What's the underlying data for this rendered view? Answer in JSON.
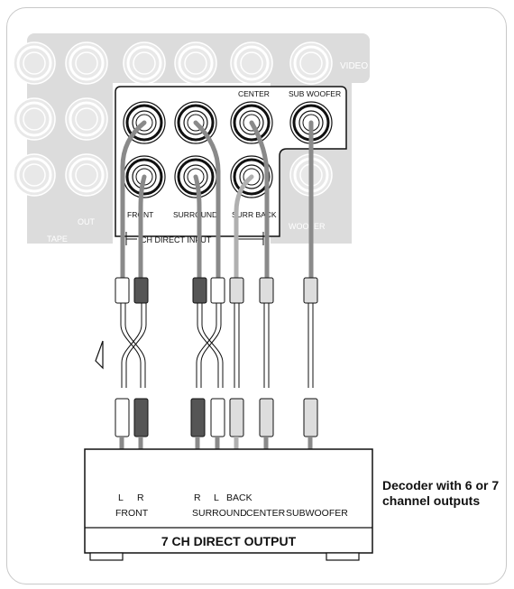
{
  "receiver_panel": {
    "labels": {
      "video": "VIDEO",
      "tape": "TAPE",
      "out": "OUT",
      "center": "CENTER",
      "sub_woofer": "SUB WOOFER",
      "front": "FRONT",
      "surround": "SURROUND",
      "surr_back": "SURR BACK",
      "woofer": "WOOFER",
      "ch_direct_input": "CH DIRECT INPUT"
    }
  },
  "decoder": {
    "channel_labels": {
      "l_front": "L",
      "r_front": "R",
      "front": "FRONT",
      "r_surround": "R",
      "l_surround": "L",
      "back": "BACK",
      "surround": "SURROUND",
      "center": "CENTER",
      "subwoofer": "SUBWOOFER"
    },
    "output_title": "7 CH DIRECT OUTPUT",
    "side_caption": "Decoder with 6 or 7 channel outputs"
  },
  "colors": {
    "panel": "#dcdcdc",
    "cable": "#8a8a8a",
    "cable_back": "#b0b0b0",
    "plug_white": "#ffffff",
    "plug_red": "#555555",
    "outline": "#111111"
  }
}
